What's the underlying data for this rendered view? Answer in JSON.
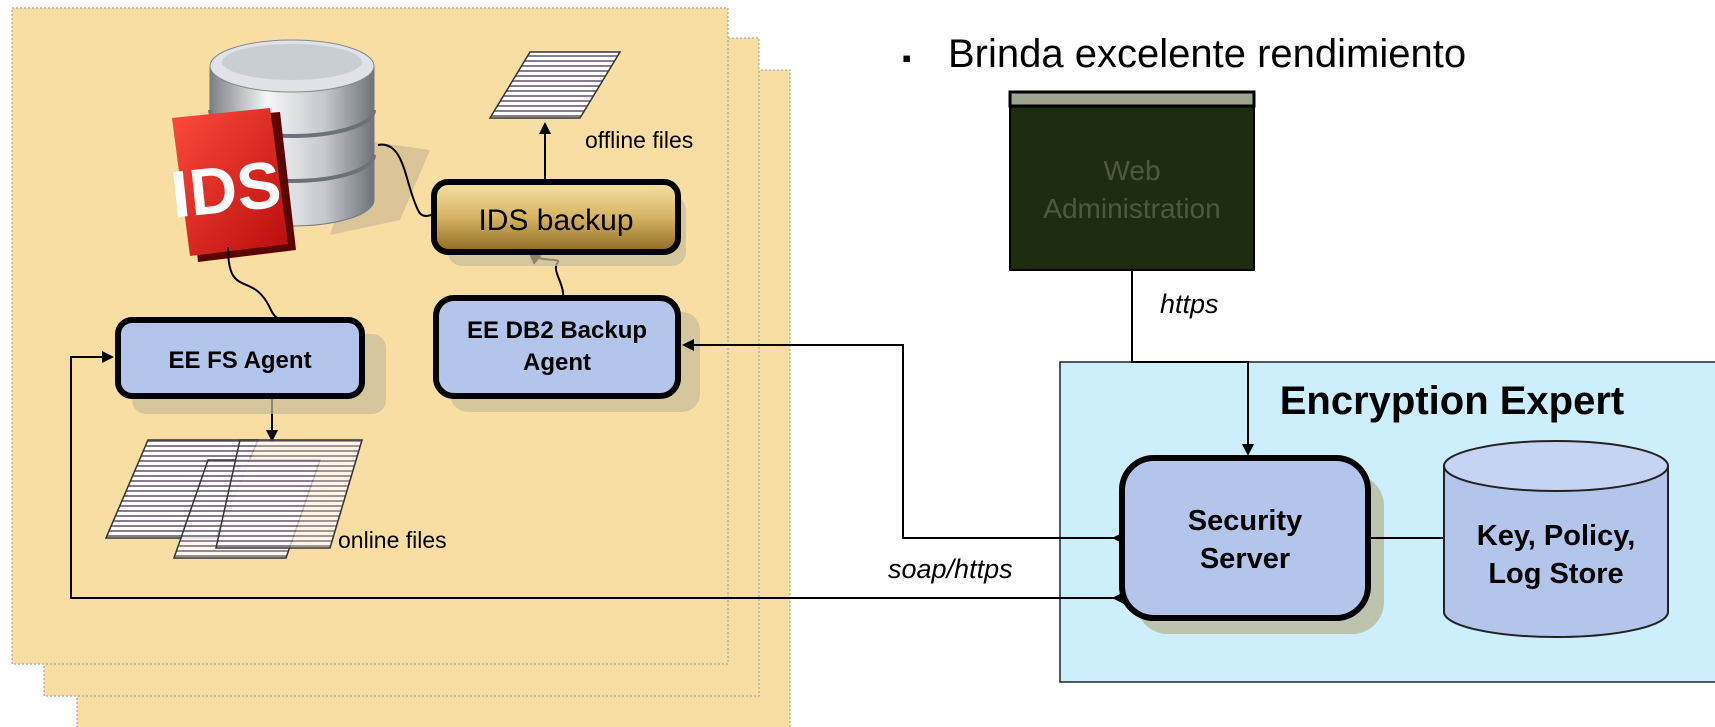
{
  "bullet": {
    "marker": "▪",
    "text": "Brinda excelente rendimiento"
  },
  "ids_logo": "IDS",
  "nodes": {
    "ids_backup": "IDS backup",
    "fs_agent": "EE FS Agent",
    "db2_agent_line1": "EE DB2 Backup",
    "db2_agent_line2": "Agent",
    "web_admin_line1": "Web",
    "web_admin_line2": "Administration",
    "encryption_expert": "Encryption Expert",
    "security_server_line1": "Security",
    "security_server_line2": "Server",
    "key_store_line1": "Key, Policy,",
    "key_store_line2": "Log Store"
  },
  "labels": {
    "offline_files": "offline files",
    "online_files": "online files",
    "https": "https",
    "soap_https": "soap/https"
  },
  "colors": {
    "panel": "#f8dea3",
    "agent_box": "#b4c5ec",
    "backup_box": "#d6b463",
    "web_admin": "#1e2d0f",
    "web_admin_text": "#4f5a3c",
    "ee_panel": "#cdeefc",
    "cylinder": "#b4c5ec"
  }
}
